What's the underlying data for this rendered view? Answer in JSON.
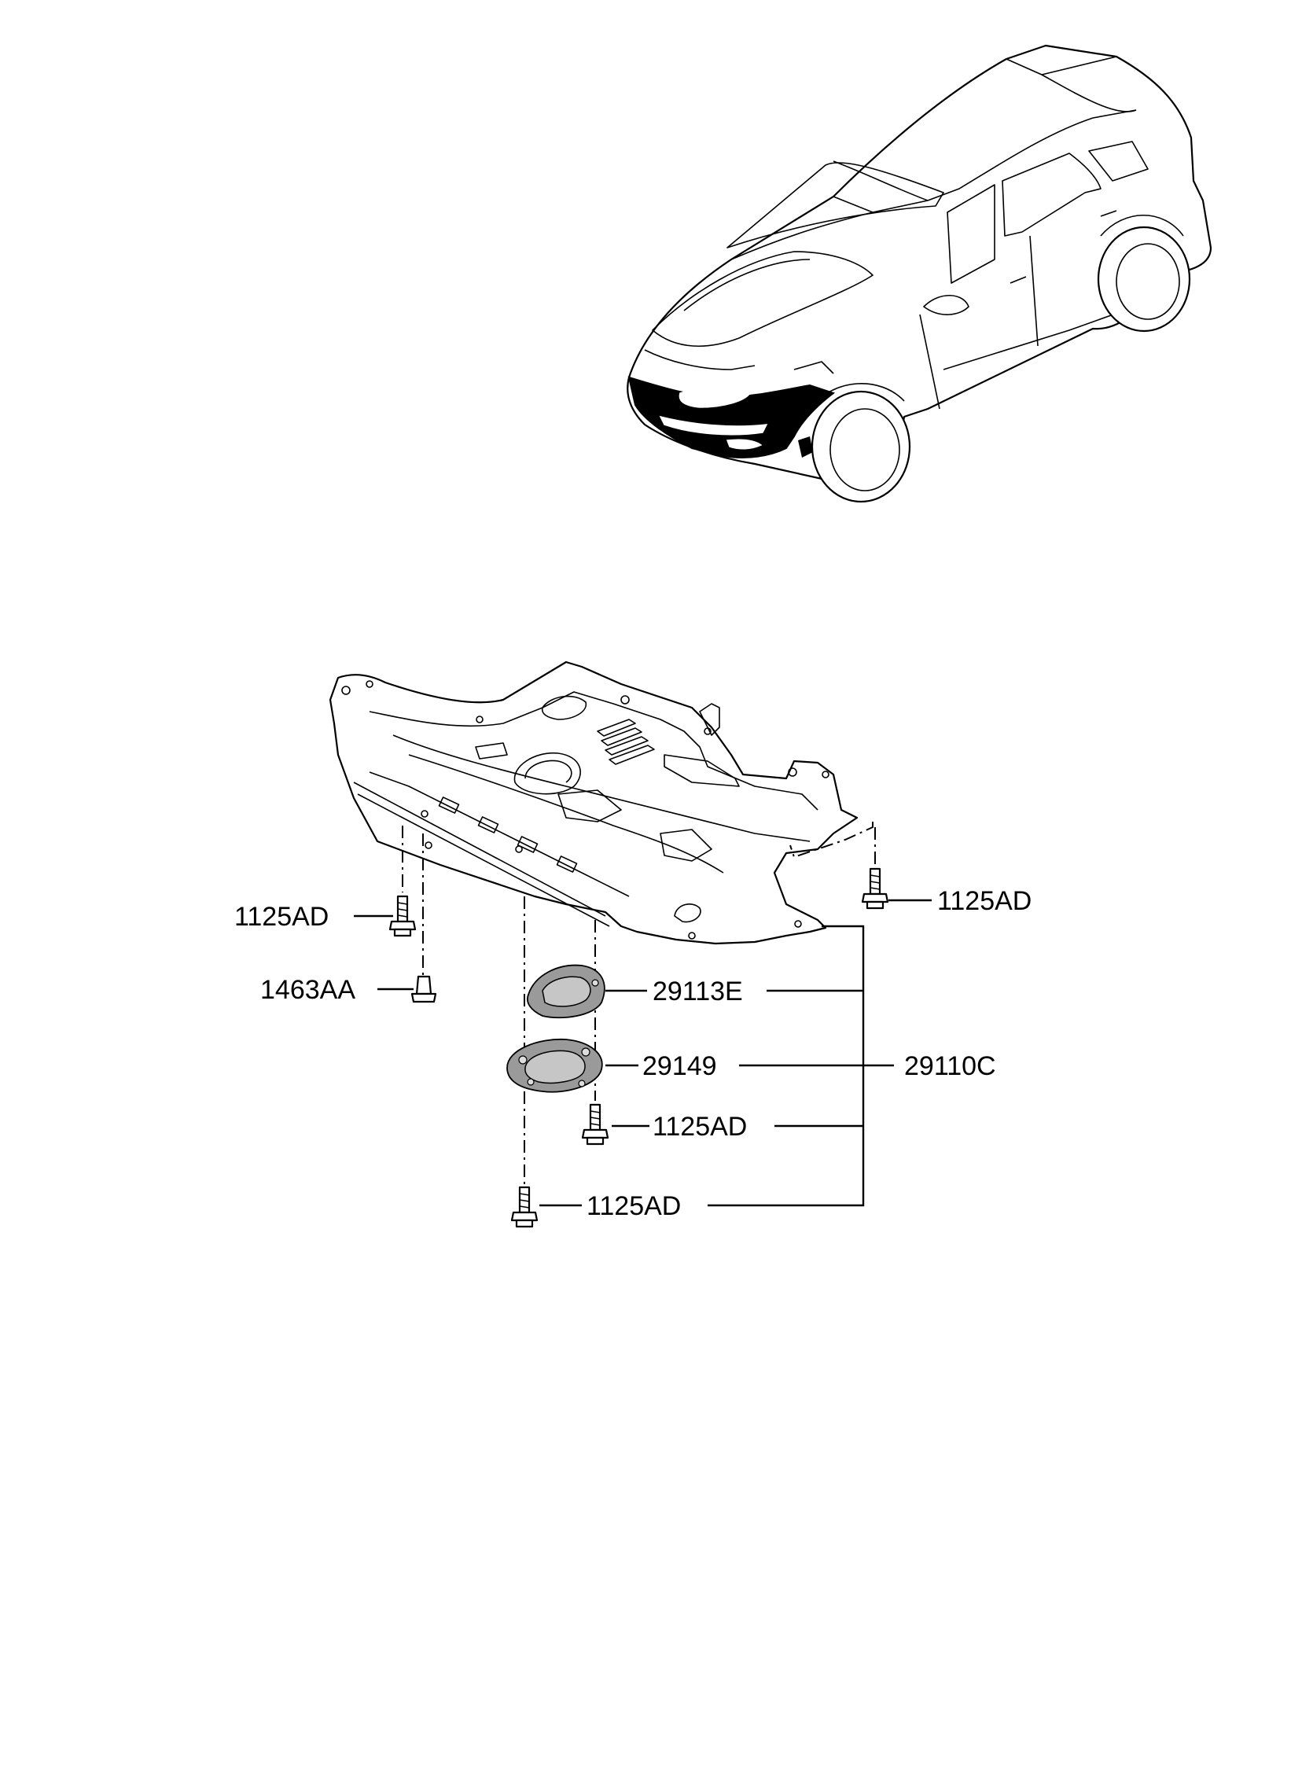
{
  "diagram": {
    "vehicle": "vehicle-illustration",
    "parts": [
      {
        "id": "part-1125ad-left",
        "label": "1125AD"
      },
      {
        "id": "part-1125ad-right",
        "label": "1125AD"
      },
      {
        "id": "part-1463aa",
        "label": "1463AA"
      },
      {
        "id": "part-29113e",
        "label": "29113E"
      },
      {
        "id": "part-29149",
        "label": "29149"
      },
      {
        "id": "part-29110c",
        "label": "29110C"
      },
      {
        "id": "part-1125ad-center",
        "label": "1125AD"
      },
      {
        "id": "part-1125ad-bottom",
        "label": "1125AD"
      }
    ],
    "colors": {
      "line": "#000000",
      "highlight_fill": "#000000",
      "part_fill": "#9a9a9a",
      "background": "#ffffff"
    }
  }
}
